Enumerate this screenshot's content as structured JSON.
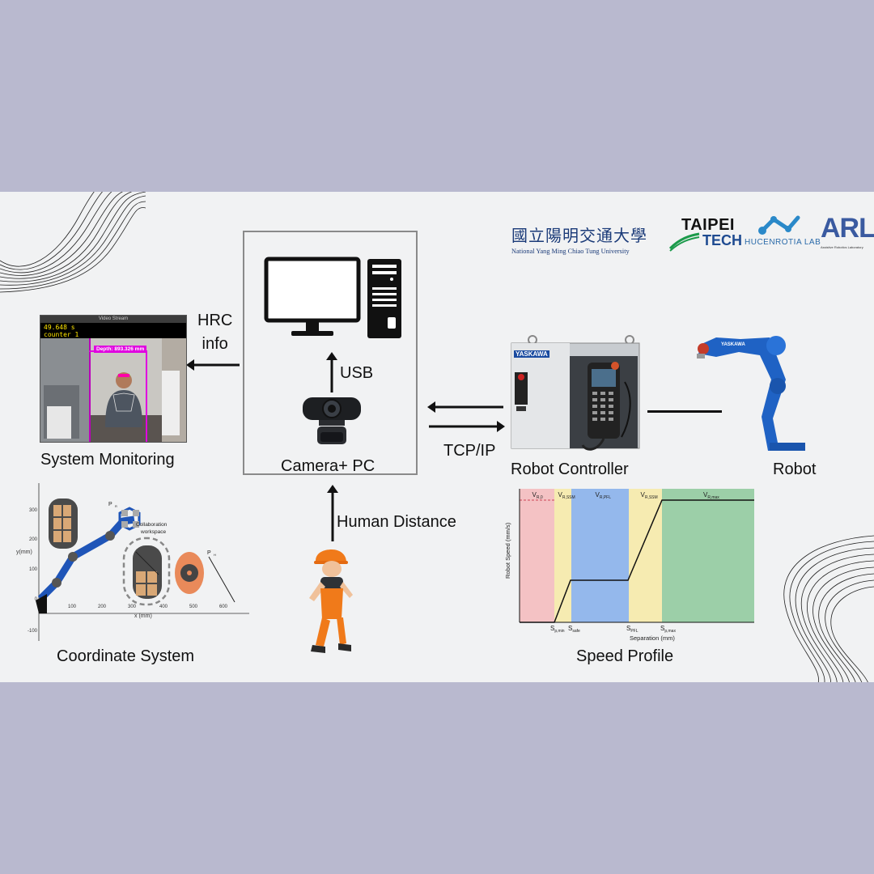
{
  "labels": {
    "hrc_line1": "HRC",
    "hrc_line2": "info",
    "usb": "USB",
    "tcpip": "TCP/IP",
    "camera_pc": "Camera+ PC",
    "robot_controller": "Robot Controller",
    "robot": "Robot",
    "system_monitoring": "System Monitoring",
    "coordinate_system": "Coordinate System",
    "human_distance": "Human Distance",
    "speed_profile": "Speed Profile"
  },
  "logos": {
    "nycu_cn": "國立陽明交通大學",
    "nycu_en": "National Yang Ming Chiao Tung University",
    "taipei": "TAIPEI",
    "tech": "TECH",
    "lab": "HUCENROTIA LAB",
    "arl": "ARL",
    "arl_sub": "Assistive Robotics Laboratory"
  },
  "monitor": {
    "window_title": "Video Stream",
    "line1": "49.648 s",
    "line2": "counter 1",
    "depth": "Depth: 893.326 mm"
  },
  "controller": {
    "brand": "YASKAWA"
  },
  "coordinate_plot": {
    "y_label": "y(mm)",
    "x_label": "x (mm)",
    "y_ticks": [
      "300",
      "200",
      "100",
      "0",
      "-100"
    ],
    "x_ticks": [
      "100",
      "200",
      "300",
      "400",
      "500",
      "600"
    ],
    "p_r": "P",
    "p_h": "P",
    "collab1": "Collaboration",
    "collab2": "workspace"
  },
  "speed_chart": {
    "ylabel": "Robot Speed (mm/s)",
    "xlabel": "Separation (mm)",
    "zones": [
      {
        "label": "V",
        "sub": "R,0",
        "color": "#f4c2c4"
      },
      {
        "label": "V",
        "sub": "R,SSM",
        "color": "#f6ebb1"
      },
      {
        "label": "V",
        "sub": "R,PFL",
        "color": "#94b8ec"
      },
      {
        "label": "V",
        "sub": "R,SSM",
        "color": "#f6ebb1"
      },
      {
        "label": "V",
        "sub": "R,max",
        "color": "#9ccfa8"
      }
    ],
    "xticks": [
      {
        "label": "S",
        "sub": "p,min"
      },
      {
        "label": "S",
        "sub": "safe"
      },
      {
        "label": "S",
        "sub": "PFL"
      },
      {
        "label": "S",
        "sub": "p,max"
      }
    ]
  }
}
